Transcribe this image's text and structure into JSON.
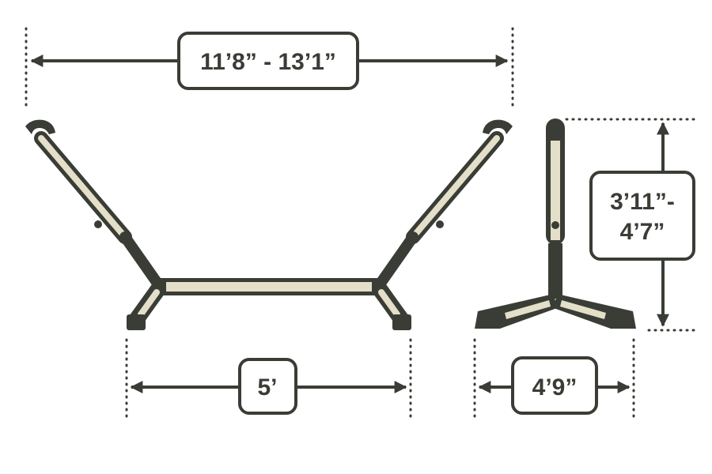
{
  "dimensions": {
    "overall_length": "11’8” - 13’1”",
    "base_length": "5’",
    "height_line1": "3’11”-",
    "height_line2": "4’7”",
    "base_width": "4’9”"
  },
  "colors": {
    "outline": "#3a3d35",
    "tube_fill": "#e4dfc9",
    "background": "#ffffff",
    "dots": "#3a3d35"
  }
}
